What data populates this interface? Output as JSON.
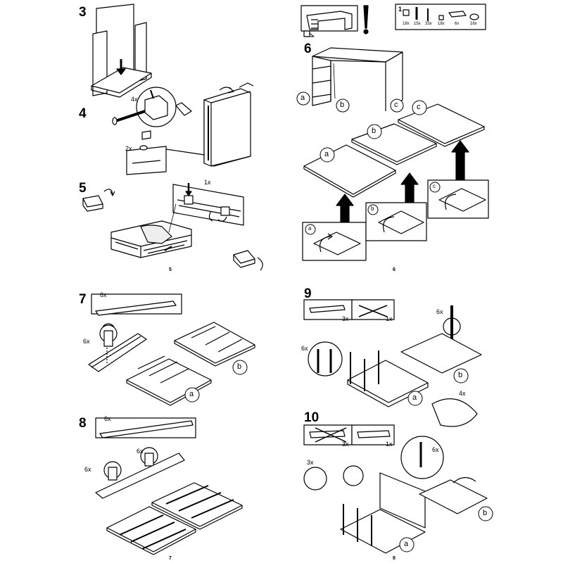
{
  "steps": {
    "s3": "3",
    "s4": "4",
    "s5": "5",
    "s6": "6",
    "s7": "7",
    "s8": "8",
    "s9": "9",
    "s10": "10"
  },
  "page_numbers": {
    "p5": "5",
    "p6": "6",
    "p7": "7",
    "p8": "8"
  },
  "labels": {
    "a": "a",
    "b": "b",
    "c": "c",
    "q4x": "4x",
    "q2x": "2x",
    "q1x": "1x",
    "q6x": "6x",
    "q3x": "3x",
    "hw_1": "1",
    "hw_counts": [
      "18x",
      "15x",
      "33x",
      "18x",
      "6x",
      "16x"
    ],
    "excl": "!"
  },
  "icons": {
    "arrow": "arrow-up-icon",
    "rotate": "rotate-arrow-icon",
    "hand": "hand-icon",
    "cross": "cross-icon"
  }
}
